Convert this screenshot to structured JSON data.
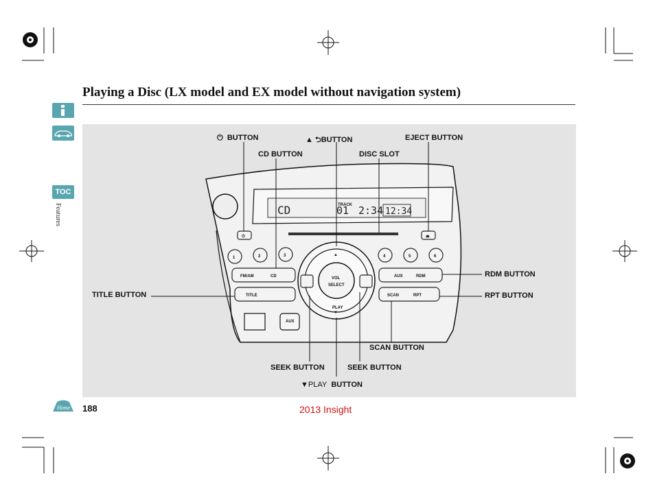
{
  "page": {
    "title": "Playing a Disc (LX model and EX model without navigation system)",
    "section_label": "Features",
    "page_number": "188",
    "footer": "2013 Insight"
  },
  "nav": {
    "toc_label": "TOC",
    "home_label": "Home",
    "info_icon": "info-icon",
    "car_icon": "car-icon"
  },
  "callouts": {
    "power": "BUTTON",
    "up": "BUTTON",
    "eject": "EJECT BUTTON",
    "cd": "CD BUTTON",
    "disc_slot": "DISC SLOT",
    "rdm": "RDM BUTTON",
    "title": "TITLE BUTTON",
    "rpt": "RPT BUTTON",
    "scan": "SCAN BUTTON",
    "seek_left": "SEEK BUTTON",
    "seek_right": "SEEK BUTTON",
    "play_prefix": "PLAY",
    "play": "BUTTON"
  },
  "radio": {
    "display_mode": "CD",
    "track_label": "TRACK",
    "track": "01",
    "elapsed": "2:34",
    "clock": "12:34",
    "presets": [
      "1",
      "2",
      "3",
      "4",
      "5",
      "6"
    ],
    "fm_am": "FM/AM",
    "cd": "CD",
    "title": "TITLE",
    "aux": "AUX",
    "rdm": "RDM",
    "scan": "SCAN",
    "rpt": "RPT",
    "vol": "VOL",
    "select": "SELECT",
    "play": "PLAY",
    "aux_jack": "AUX"
  }
}
